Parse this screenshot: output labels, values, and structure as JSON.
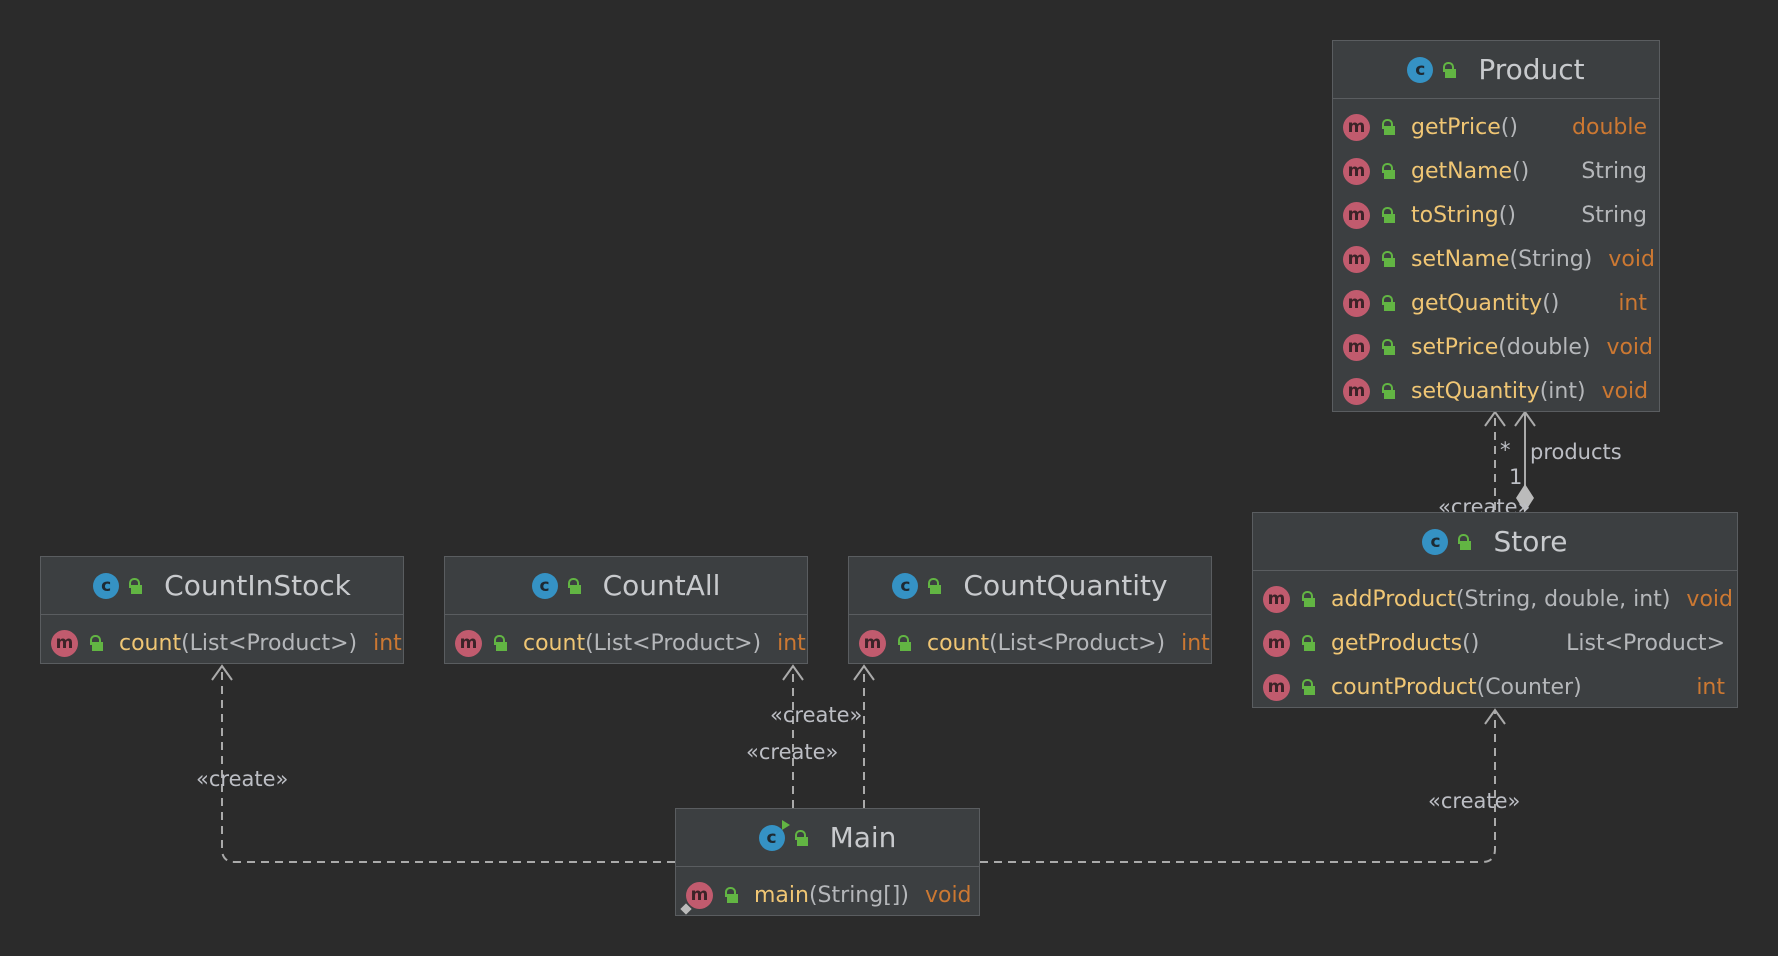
{
  "colors": {
    "background": "#2b2b2b",
    "class_box": "#3c3f41",
    "class_icon": "#3592c4",
    "method_icon": "#c15b6e",
    "access_icon": "#62b543",
    "method_name": "#f0c674",
    "keyword_type": "#cc7832",
    "edge": "#aaaaaa"
  },
  "classes": {
    "product": {
      "name": "Product",
      "icon": "class-icon",
      "methods": [
        {
          "name": "getPrice",
          "params": "()",
          "ret": "double",
          "ret_kind": "keyword"
        },
        {
          "name": "getName",
          "params": "()",
          "ret": "String",
          "ret_kind": "ref"
        },
        {
          "name": "toString",
          "params": "()",
          "ret": "String",
          "ret_kind": "ref"
        },
        {
          "name": "setName",
          "params": "(String)",
          "ret": "void",
          "ret_kind": "keyword"
        },
        {
          "name": "getQuantity",
          "params": "()",
          "ret": "int",
          "ret_kind": "keyword"
        },
        {
          "name": "setPrice",
          "params": "(double)",
          "ret": "void",
          "ret_kind": "keyword"
        },
        {
          "name": "setQuantity",
          "params": "(int)",
          "ret": "void",
          "ret_kind": "keyword"
        }
      ]
    },
    "store": {
      "name": "Store",
      "icon": "class-icon",
      "methods": [
        {
          "name": "addProduct",
          "params": "(String, double, int)",
          "ret": "void",
          "ret_kind": "keyword"
        },
        {
          "name": "getProducts",
          "params": "()",
          "ret": "List<Product>",
          "ret_kind": "ref"
        },
        {
          "name": "countProduct",
          "params": "(Counter)",
          "ret": "int",
          "ret_kind": "keyword"
        }
      ]
    },
    "count_in_stock": {
      "name": "CountInStock",
      "icon": "class-icon",
      "methods": [
        {
          "name": "count",
          "params": "(List<Product>)",
          "ret": "int",
          "ret_kind": "keyword"
        }
      ]
    },
    "count_all": {
      "name": "CountAll",
      "icon": "class-icon",
      "methods": [
        {
          "name": "count",
          "params": "(List<Product>)",
          "ret": "int",
          "ret_kind": "keyword"
        }
      ]
    },
    "count_quantity": {
      "name": "CountQuantity",
      "icon": "class-icon",
      "methods": [
        {
          "name": "count",
          "params": "(List<Product>)",
          "ret": "int",
          "ret_kind": "keyword"
        }
      ]
    },
    "main": {
      "name": "Main",
      "icon": "runnable-class-icon",
      "methods": [
        {
          "name": "main",
          "params": "(String[])",
          "ret": "void",
          "ret_kind": "keyword",
          "static": true
        }
      ]
    }
  },
  "relations": {
    "store_product_create": "«create»",
    "store_product_assoc": "products",
    "multiplicity_many": "*",
    "multiplicity_one": "1",
    "main_count_in_stock": "«create»",
    "main_count_quantity": "«create»",
    "main_count_all": "«create»",
    "main_store": "«create»"
  }
}
